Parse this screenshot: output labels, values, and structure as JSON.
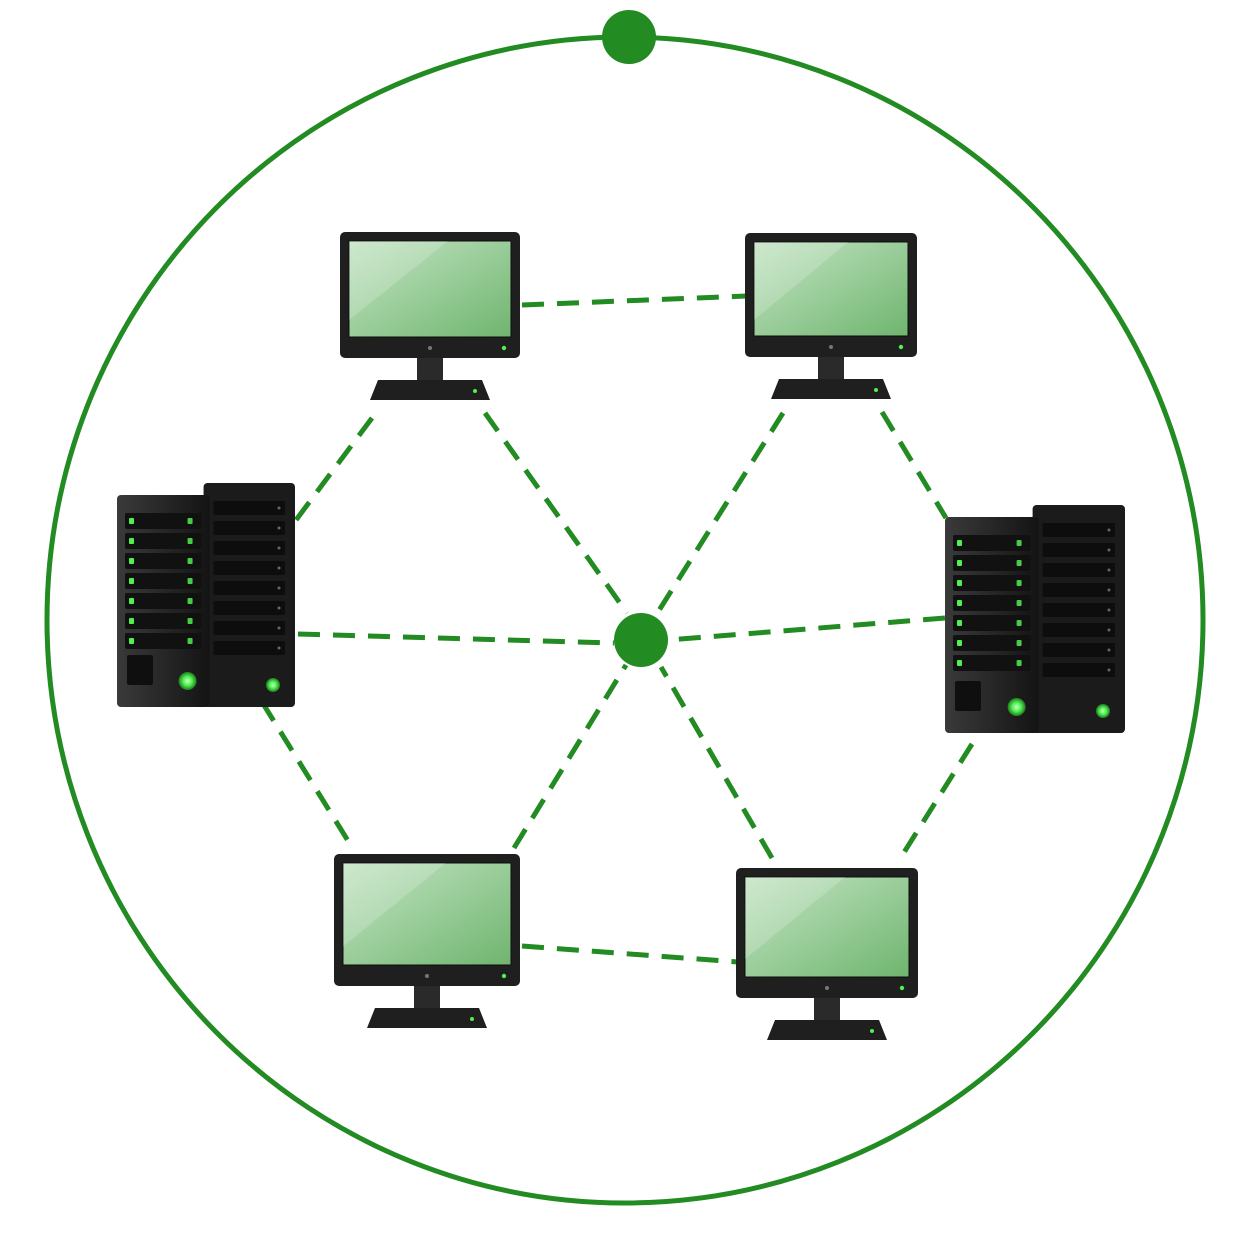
{
  "diagram": {
    "type": "network-topology",
    "colors": {
      "accent": "#228b22",
      "device_body": "#1f1f1f",
      "device_panel": "#2c2c2c",
      "screen_top": "#c4e4c4",
      "screen_bottom": "#6fb56f",
      "led": "#4ff04f",
      "background": "#ffffff"
    },
    "nodes": [
      {
        "id": "monitor-top-left",
        "kind": "monitor",
        "icon": "monitor-icon"
      },
      {
        "id": "monitor-top-right",
        "kind": "monitor",
        "icon": "monitor-icon"
      },
      {
        "id": "server-left",
        "kind": "server",
        "icon": "server-tower-icon"
      },
      {
        "id": "server-right",
        "kind": "server",
        "icon": "server-tower-icon"
      },
      {
        "id": "monitor-bottom-left",
        "kind": "monitor",
        "icon": "monitor-icon"
      },
      {
        "id": "monitor-bottom-right",
        "kind": "monitor",
        "icon": "monitor-icon"
      },
      {
        "id": "hub",
        "kind": "hub",
        "icon": "hub-dot"
      },
      {
        "id": "ring-node",
        "kind": "ring-node",
        "icon": "ring-dot"
      }
    ],
    "links": [
      {
        "from": "monitor-top-left",
        "to": "monitor-top-right",
        "style": "dashed"
      },
      {
        "from": "monitor-top-left",
        "to": "server-left",
        "style": "dashed"
      },
      {
        "from": "monitor-top-left",
        "to": "hub",
        "style": "dashed"
      },
      {
        "from": "monitor-top-right",
        "to": "hub",
        "style": "dashed"
      },
      {
        "from": "monitor-top-right",
        "to": "server-right",
        "style": "dashed"
      },
      {
        "from": "server-left",
        "to": "hub",
        "style": "dashed"
      },
      {
        "from": "server-right",
        "to": "hub",
        "style": "dashed"
      },
      {
        "from": "server-left",
        "to": "monitor-bottom-left",
        "style": "dashed"
      },
      {
        "from": "monitor-bottom-left",
        "to": "hub",
        "style": "dashed"
      },
      {
        "from": "monitor-bottom-right",
        "to": "hub",
        "style": "dashed"
      },
      {
        "from": "server-right",
        "to": "monitor-bottom-right",
        "style": "dashed"
      },
      {
        "from": "monitor-bottom-left",
        "to": "monitor-bottom-right",
        "style": "dashed"
      }
    ],
    "outer_ring": {
      "style": "solid",
      "has_node": true
    }
  }
}
